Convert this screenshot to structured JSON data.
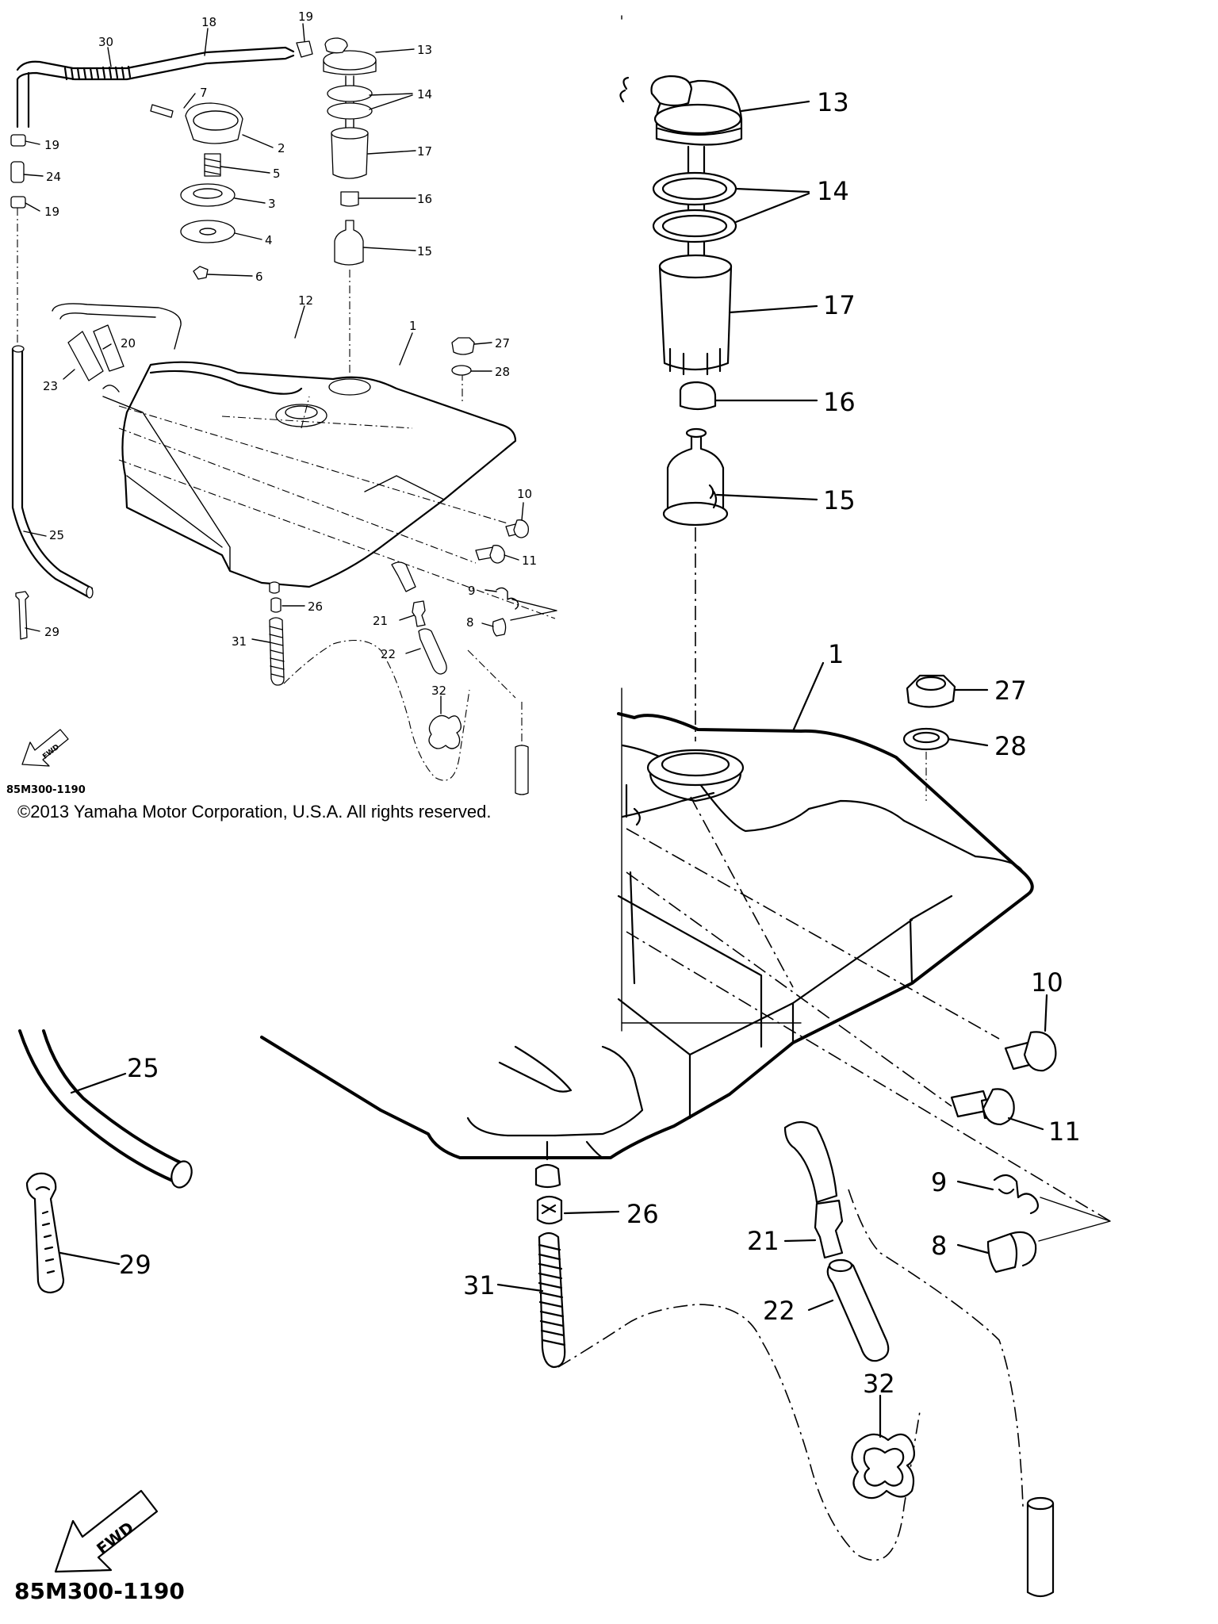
{
  "diagram": {
    "part_code": "85M300-1190",
    "copyright": "©2013 Yamaha Motor Corporation, U.S.A. All rights reserved.",
    "fwd_label": "FWD",
    "callouts_large": [
      "13",
      "14",
      "17",
      "16",
      "15",
      "1",
      "27",
      "28",
      "10",
      "11",
      "9",
      "8",
      "25",
      "29",
      "26",
      "21",
      "22",
      "31",
      "32"
    ],
    "callouts_small": [
      "18",
      "19",
      "30",
      "13",
      "14",
      "7",
      "2",
      "17",
      "19",
      "5",
      "16",
      "24",
      "3",
      "19",
      "15",
      "4",
      "6",
      "12",
      "27",
      "20",
      "1",
      "28",
      "23",
      "10",
      "25",
      "11",
      "9",
      "26",
      "21",
      "8",
      "29",
      "22",
      "31",
      "32"
    ]
  }
}
